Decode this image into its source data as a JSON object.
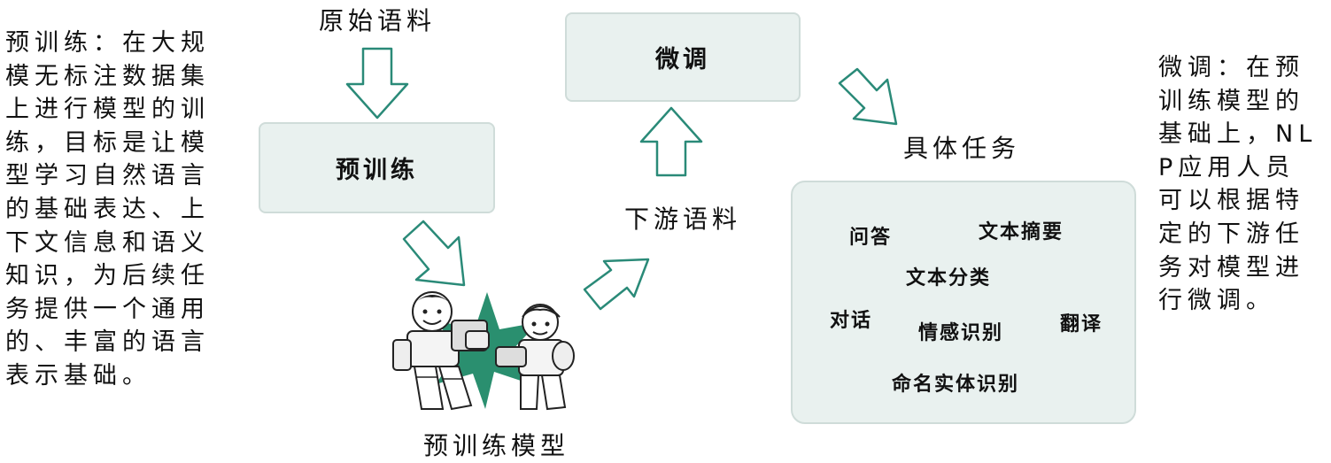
{
  "left_note": "预训练：在大规模无标注数据集上进行模型的训练，目标是让模型学习自然语言的基础表达、上下文信息和语义知识，为后续任务提供一个通用的、丰富的语言表示基础。",
  "right_note": "微调：在预训练模型的基础上，NLP应用人员可以根据特定的下游任务对模型进行微调。",
  "raw_corpus_label": "原始语料",
  "pretrain_box_label": "预训练",
  "pretrained_model_label": "预训练模型",
  "downstream_corpus_label": "下游语料",
  "finetune_box_label": "微调",
  "specific_tasks_label": "具体任务",
  "tasks": {
    "qa": "问答",
    "summarization": "文本摘要",
    "classification": "文本分类",
    "dialogue": "对话",
    "sentiment": "情感识别",
    "translation": "翻译",
    "ner": "命名实体识别"
  },
  "colors": {
    "arrow_stroke": "#2a8a78",
    "box_fill": "#e9f1ef",
    "box_border": "#cfdcd9"
  }
}
